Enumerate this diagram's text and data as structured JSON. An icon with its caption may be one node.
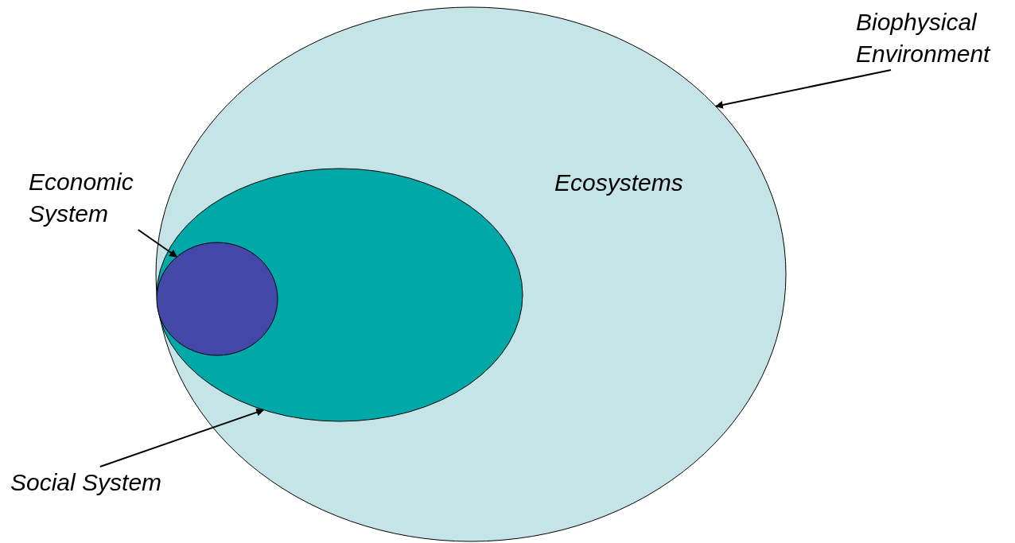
{
  "diagram": {
    "nodes": [
      {
        "text": [
          "Ecosystems"
        ]
      },
      {
        "text": [
          "Biophysical Environment"
        ]
      },
      {
        "text": [
          "Economic System"
        ]
      },
      {
        "text": [],
        "shape": "circle",
        "in": 0
      },
      {
        "text": [],
        "shape": "circle",
        "in": 3
      },
      {
        "text": [
          "Social System"
        ]
      }
    ],
    "edges": [
      {
        "from": 1,
        "to": 0,
        "arrow": "to"
      },
      {
        "from": 2,
        "to": 4,
        "arrow": "to"
      },
      {
        "from": 5,
        "to": 3,
        "arrow": "to"
      }
    ]
  }
}
